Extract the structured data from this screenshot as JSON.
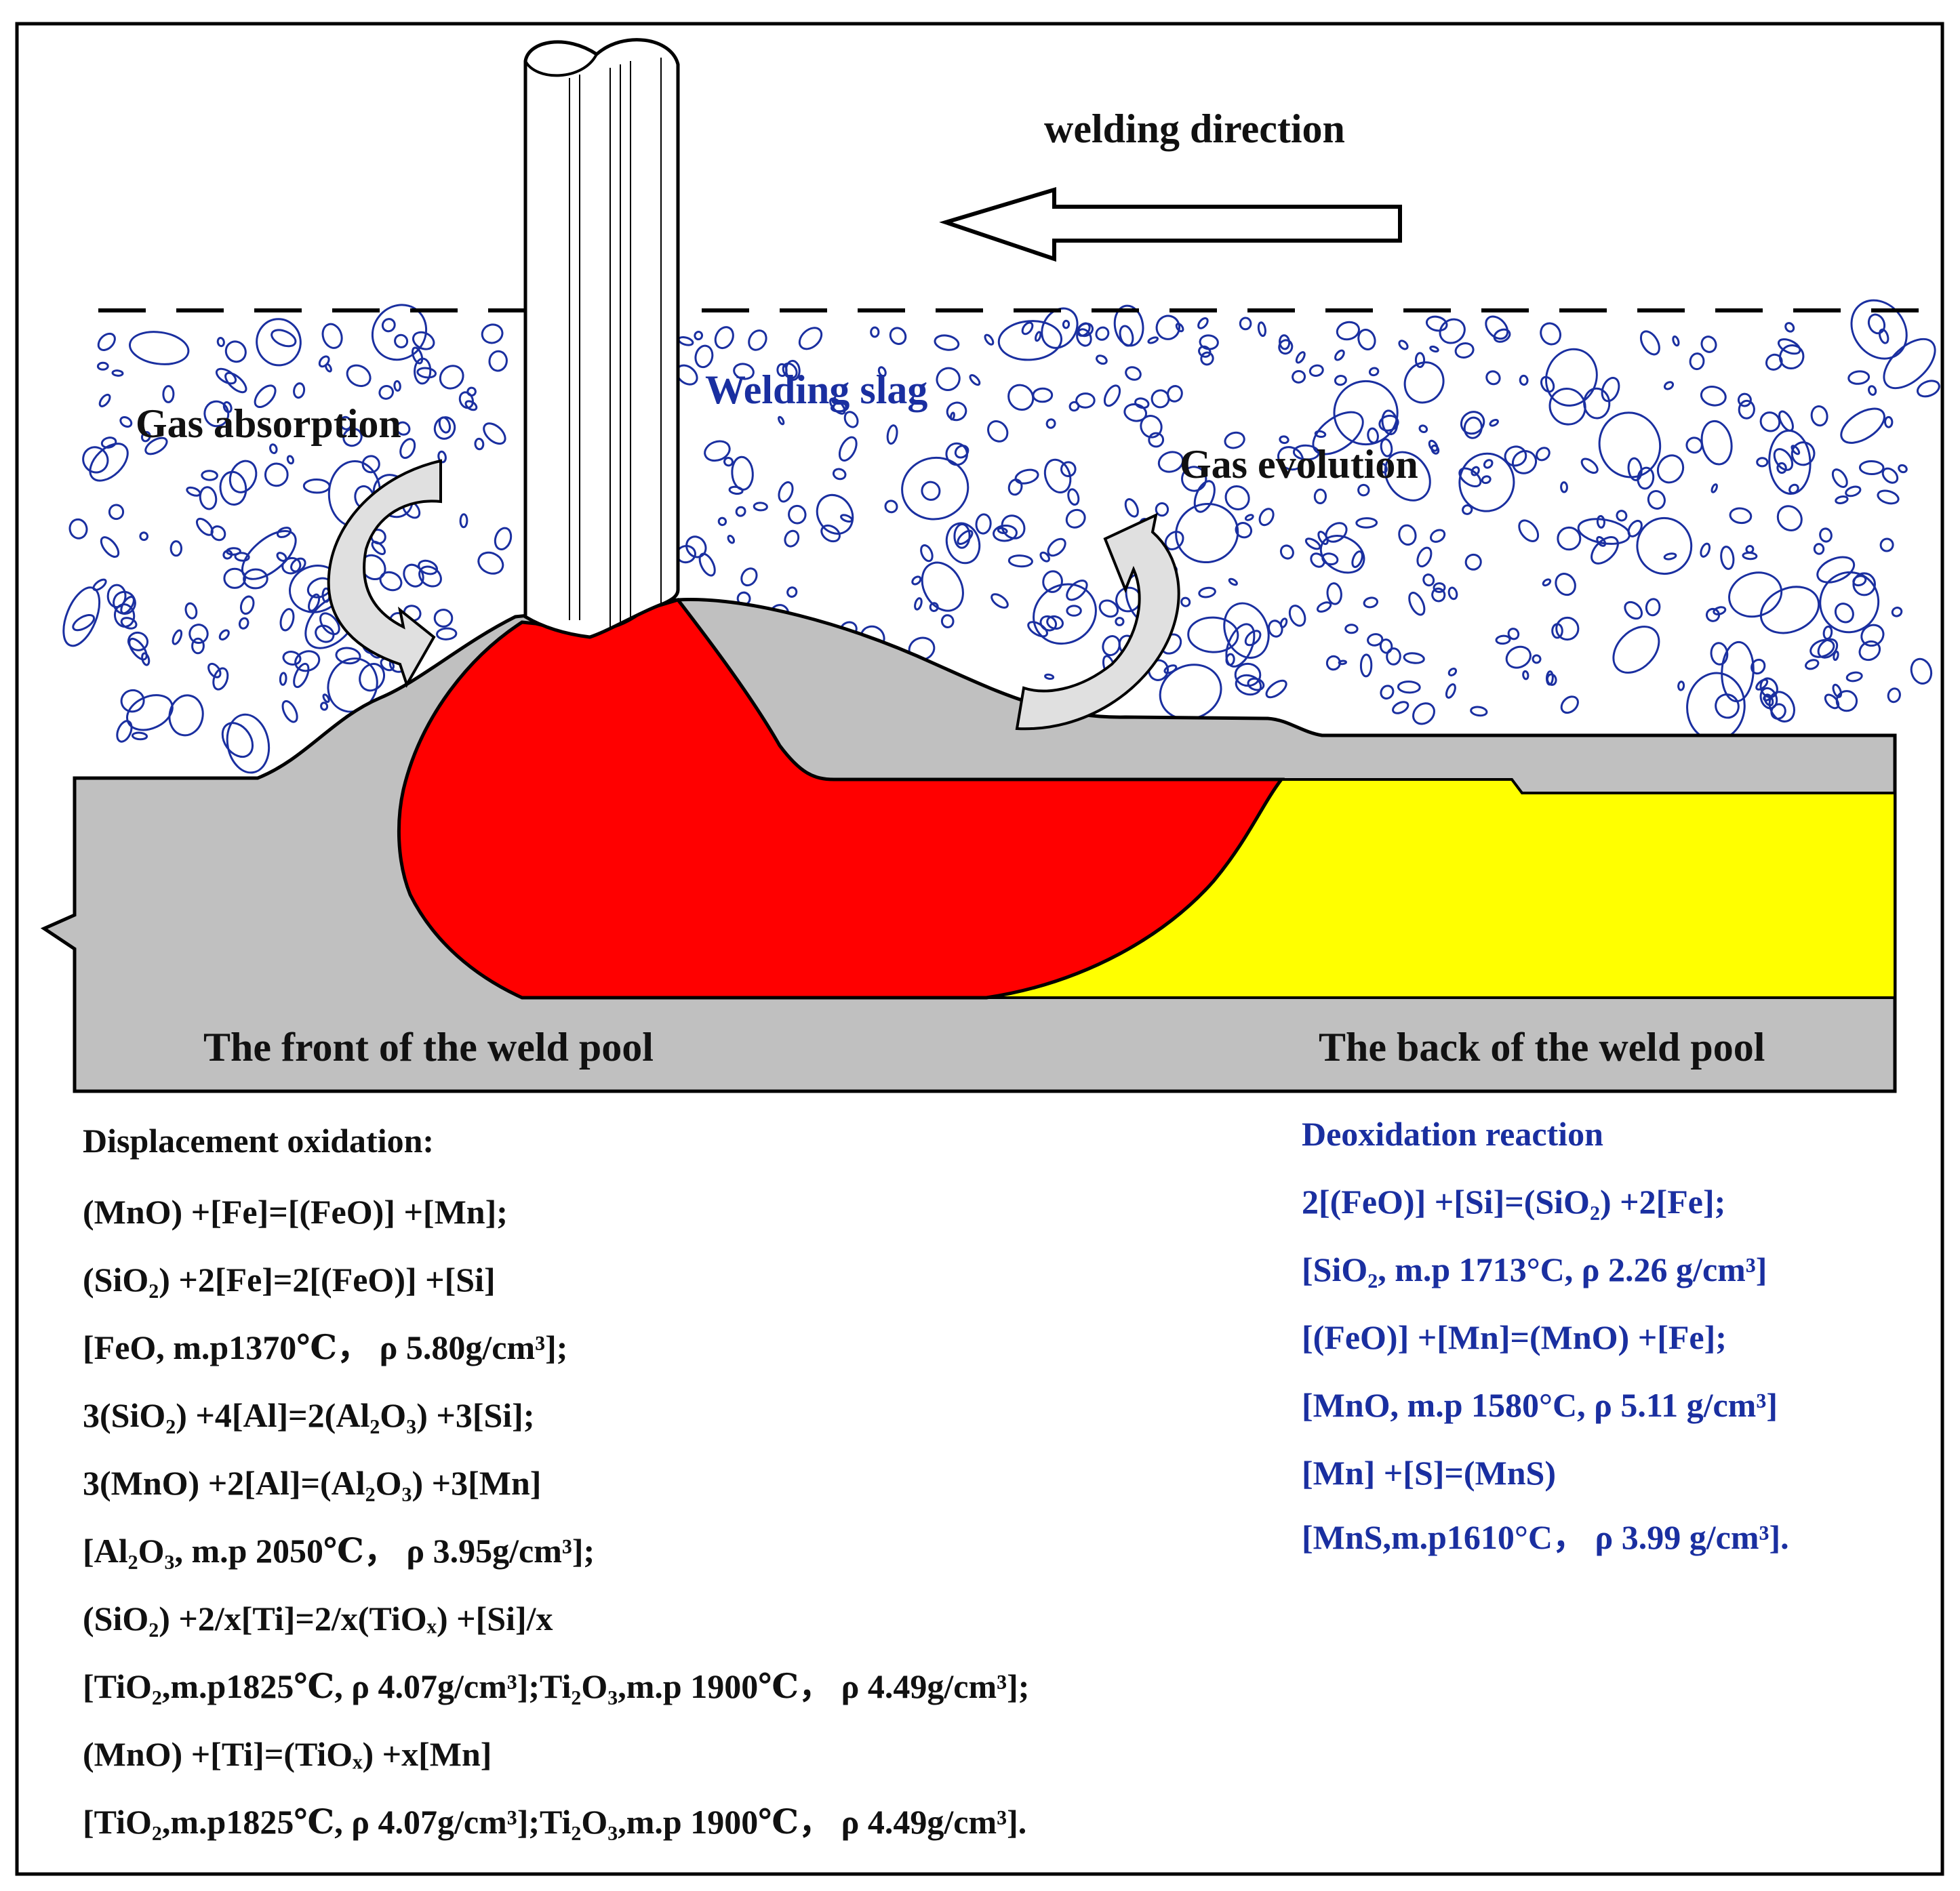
{
  "labels": {
    "welding_direction": "welding direction",
    "welding_slag": "Welding slag",
    "gas_absorption": "Gas absorption",
    "gas_evolution": "Gas evolution",
    "front_of_pool": "The front of the weld pool",
    "back_of_pool": "The back of the weld pool"
  },
  "displacement": {
    "title": "Displacement oxidation:",
    "lines": [
      "(MnO) +[Fe]=[(FeO)] +[Mn];",
      "(SiO₂) +2[Fe]=2[(FeO)] +[Si]",
      "[FeO, m.p1370℃， ρ 5.80g/cm³];",
      "3(SiO₂) +4[Al]=2(Al₂O₃) +3[Si];",
      "3(MnO) +2[Al]=(Al₂O₃) +3[Mn]",
      "[Al₂O₃, m.p 2050℃， ρ 3.95g/cm³];",
      "(SiO₂) +2/x[Ti]=2/x(TiOₓ) +[Si]/x",
      "[TiO₂,m.p1825℃, ρ 4.07g/cm³];Ti₂O₃,m.p 1900℃， ρ 4.49g/cm³];",
      "(MnO) +[Ti]=(TiOₓ) +x[Mn]",
      "[TiO₂,m.p1825℃, ρ 4.07g/cm³];Ti₂O₃,m.p 1900℃， ρ 4.49g/cm³]."
    ]
  },
  "deoxidation": {
    "title": "Deoxidation reaction",
    "lines": [
      "2[(FeO)] +[Si]=(SiO₂) +2[Fe];",
      "[SiO₂, m.p 1713°C, ρ 2.26 g/cm³]",
      "[(FeO)] +[Mn]=(MnO) +[Fe];",
      "[MnO, m.p 1580°C, ρ 5.11 g/cm³]",
      "[Mn] +[S]=(MnS)",
      "[MnS,m.p1610°C， ρ 3.99 g/cm³]."
    ]
  },
  "colors": {
    "weld_pool": "#ff0000",
    "solidified_weld": "#ffff00",
    "base_metal": "#c0c0c0",
    "slag_bubbles": "#1a2fa0",
    "arrows": "#e0e0e0"
  }
}
